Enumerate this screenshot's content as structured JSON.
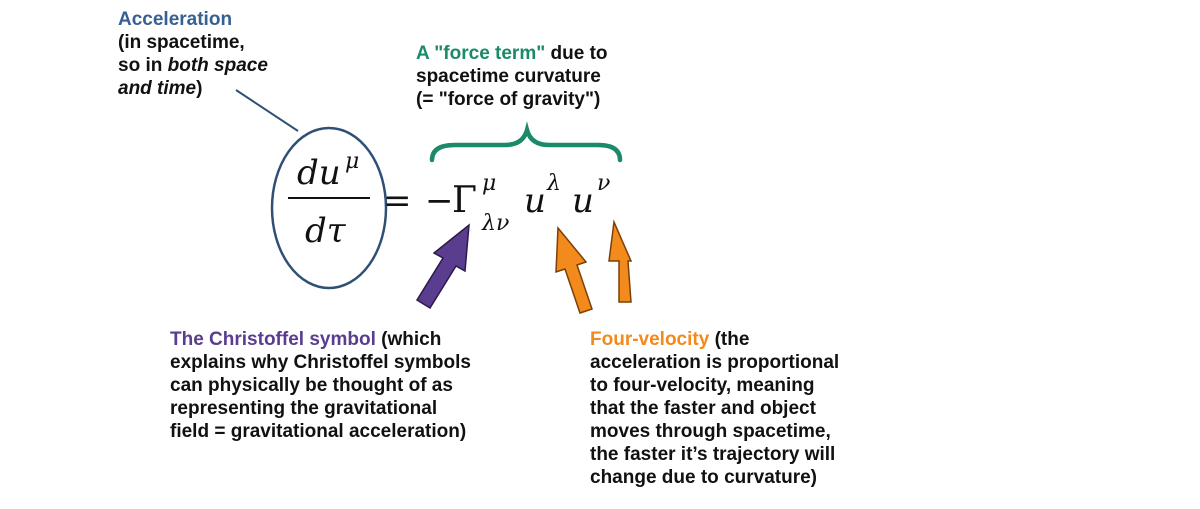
{
  "acceleration_label": {
    "heading": "Acceleration",
    "line2": "(in spacetime,",
    "line3_a": "so in ",
    "line3_b": "both space",
    "line4_a": "and time",
    "line4_b": ")"
  },
  "force_label": {
    "heading": "A \"force term\"",
    "line1_rest": " due to",
    "line2": "spacetime curvature",
    "line3": "(= \"force of gravity\")"
  },
  "christoffel_label": {
    "heading": "The Christoffel symbol",
    "line1_rest": " (which",
    "line2": "explains why Christoffel symbols",
    "line3": "can physically be thought of as",
    "line4": "representing the gravitational",
    "line5": "field = gravitational acceleration)"
  },
  "four_velocity_label": {
    "heading": "Four-velocity",
    "line1_rest": " (the",
    "line2": "acceleration is proportional",
    "line3": "to four-velocity, meaning",
    "line4": "that the faster and object",
    "line5": "moves through spacetime,",
    "line6": "the faster it’s trajectory will",
    "line7": "change due to curvature)"
  },
  "equation": {
    "numerator_var": "du",
    "numerator_sup": "μ",
    "denominator": "dτ",
    "equals": "=",
    "minus": "−",
    "gamma": "Γ",
    "gamma_sup": "μ",
    "gamma_sub": "λν",
    "u1": "u",
    "u1_sup": "λ",
    "u2": "u",
    "u2_sup": "ν"
  },
  "colors": {
    "blue": "#376092",
    "green": "#1a8a6a",
    "purple": "#5a3d8e",
    "orange": "#f28a1c"
  }
}
